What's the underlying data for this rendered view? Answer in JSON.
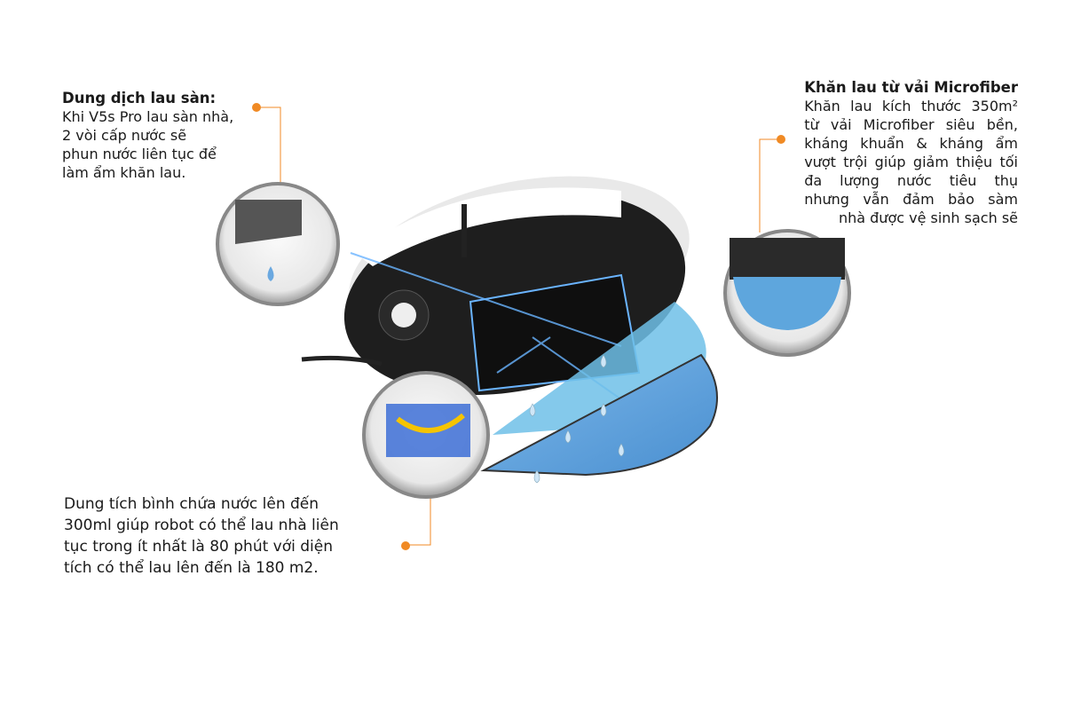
{
  "callouts": {
    "cleaning_solution": {
      "title": "Dung dịch lau sàn:",
      "lines": [
        "Khi V5s Pro lau sàn nhà,",
        "2 vòi cấp nước sẽ",
        "phun nước liên tục để",
        "làm ẩm khăn lau."
      ]
    },
    "microfiber": {
      "title": "Khăn lau từ vải Microfiber",
      "lines": [
        "Khăn lau kích thước 350m²",
        "từ vải Microfiber siêu bền,",
        "kháng khuẩn & kháng ẩm",
        "vượt trội giúp giảm thiệu tối",
        "đa lượng nước tiêu thụ",
        "nhưng vẫn đảm bảo sàm",
        "nhà được vệ sinh sạch sẽ"
      ]
    },
    "water_tank": {
      "lines": [
        "Dung tích bình chứa nước lên đến",
        "300ml giúp robot có thể lau nhà liên",
        "tục trong ít nhất là 80 phút với diện",
        "tích có thể lau lên đến là 180 m2."
      ]
    }
  },
  "colors": {
    "accent": "#f08a24",
    "mop": "#5aa0dc",
    "robot": "#1c1c1c"
  }
}
